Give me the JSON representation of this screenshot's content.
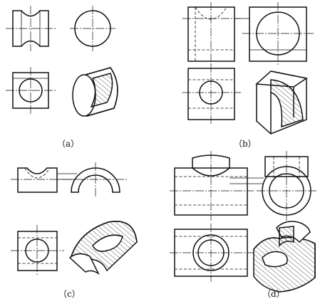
{
  "labels": {
    "a": "（a）",
    "b": "（b）",
    "c": "（c）",
    "d": "（d）"
  }
}
